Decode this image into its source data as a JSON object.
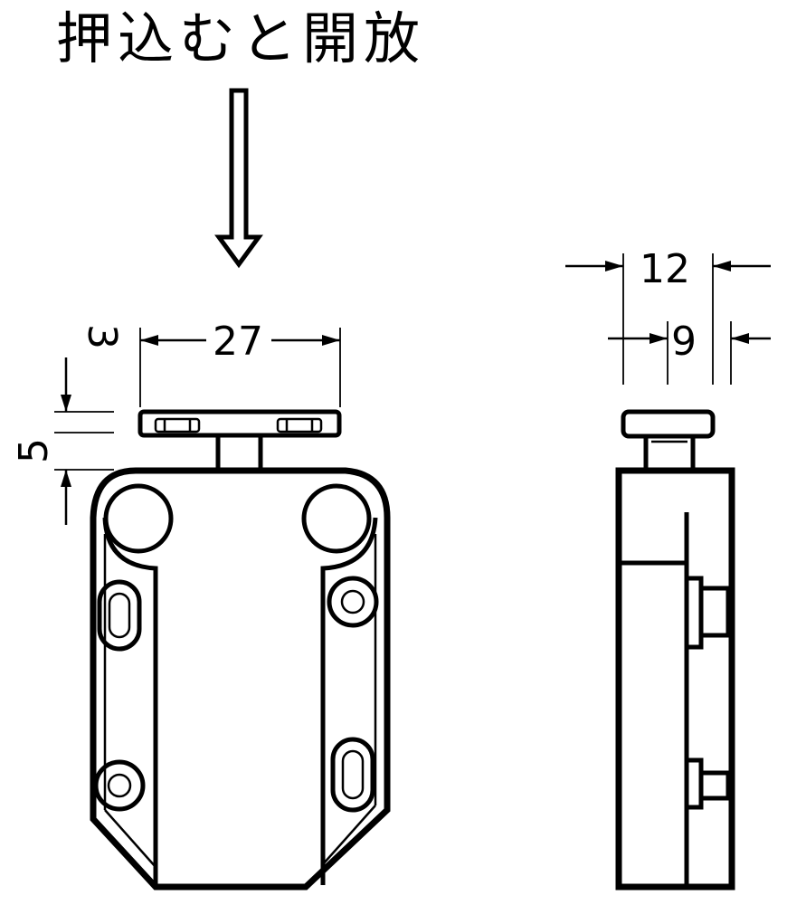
{
  "title": "押込むと開放",
  "dimensions": {
    "front_width": "27",
    "front_gap_top": "3",
    "front_gap_side": "5",
    "side_overall": "12",
    "side_inner": "9"
  },
  "colors": {
    "line": "#000000",
    "background": "#ffffff"
  },
  "icons": {
    "press_arrow": "down-arrow-icon"
  }
}
